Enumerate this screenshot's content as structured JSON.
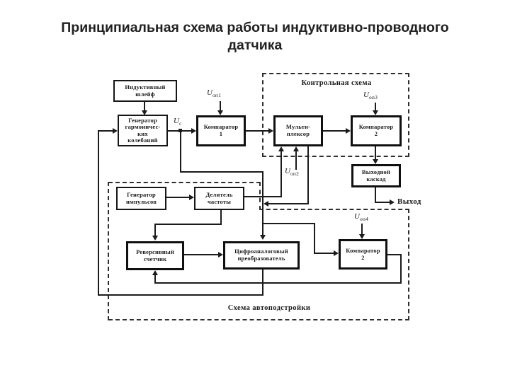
{
  "title": {
    "line1": "Принципиальная схема работы индуктивно-проводного",
    "line2": "датчика"
  },
  "groups": {
    "control_label": "Контрольная схема",
    "autotune_label": "Схема автоподстройки"
  },
  "blocks": {
    "inductive_loop": [
      "Индуктивный",
      "шлейф"
    ],
    "harmonic_generator": [
      "Генератор",
      "гармоничес-",
      "ких",
      "колебаний"
    ],
    "comparator1": [
      "Компаратор",
      "1"
    ],
    "multiplexer": [
      "Мульти-",
      "плексор"
    ],
    "comparator2": [
      "Компаратор",
      "2"
    ],
    "output_stage": [
      "Выходной",
      "каскад"
    ],
    "pulse_generator": [
      "Генератор",
      "импульсов"
    ],
    "freq_divider": [
      "Делитель",
      "частоты"
    ],
    "reversible_counter": [
      "Реверсивный",
      "счетчик"
    ],
    "dac": [
      "Цифроаналоговый",
      "преобразователь"
    ],
    "autotune_comparator": [
      "Компаратор",
      "2"
    ]
  },
  "signals": {
    "uc_base": "U",
    "uc_sub": "с",
    "uop1_base": "U",
    "uop1_sub": "оп1",
    "uop2_base": "U",
    "uop2_sub": "оп2",
    "uop3_base": "U",
    "uop3_sub": "оп3",
    "uop4_base": "U",
    "uop4_sub": "оп4",
    "output": "Выход"
  },
  "colors": {
    "ink": "#1b1b1b",
    "background": "#ffffff"
  }
}
